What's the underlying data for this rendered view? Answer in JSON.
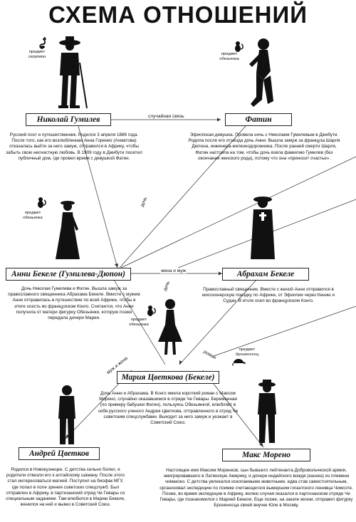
{
  "title": "СХЕМА ОТНОШЕНИЙ",
  "people": {
    "gumilev": {
      "name": "Николай Гумилев",
      "object": "предмет скорпион",
      "desc": "Русский поэт и путешественник. Родился 3 апреля 1886 года. После того, как его возлюбленная Анна Горенко (Ахматова) отказалась выйти за него замуж, отправился в Африку, чтобы забыть свою несчастную любовь. В 1909 году в Джибути посетил публичный дом, где провел время с девушкой Фатин."
    },
    "fatin": {
      "name": "Фатин",
      "object": "предмет обезьянка",
      "desc": "Эфиопская девушка. Провела ночь с Николаем Гумилевым в Джибути. Родила после его отъезда дочь Анни. Вышла замуж за француза Шарля Дюпона, инженера-железнодорожника. После ранней смерти Шарля, Фатин настояла на том, чтобы дочь взяла фамилию Гумилев (без окончания женского рода), потому что она «приносит счастье»."
    },
    "anni": {
      "name": "Анни Бекеле (Гумилева-Дюпон)",
      "object": "предмет обезьянка",
      "desc": "Дочь Николая Гумилева и Фатин. Вышла замуж за православного священника Абрахама Бекеле. Вместе с мужем Анни отправилась в путешествие по всей Африке, чтобы в итоге осесть во французском Конго. Считается, что Анни получила от матери фигурку Обезьянки, которую позже передала дочери Марии."
    },
    "abraham": {
      "name": "Абрахам Бекеле",
      "desc": "Православный священник. Вместе с женой Анни отправился в миссионерскую поездку по Африке, от Эфиопии через Кению и Судан. В итоге осел во французском Конго."
    },
    "maria": {
      "name": "Мария Цветкова (Бекеле)",
      "object": "предмет обезьянка",
      "desc": "Дочь Анни и Абрахама. В Конго имела короткий роман с Максом Морено, случайно оказавшимся в отряде Че Гевары. Беременная (по примеру бабушки Фатин), пользуясь Обезьянкой, влюбляет в себя русского ученого Андрея Цветкова, отправленного в отряд Че советским спецслужбами. Выходит за него замуж и уезжает в Советский Союз."
    },
    "andrey": {
      "name": "Андрей Цветков",
      "desc": "Родился в Новокузнецке. С детства сильно болел, и родители отвезли его к алтайскому шаману. После этого стал интересоваться магией. Поступил на биофак МГУ, где попал в поле зрения советских спецслужб. Был отправлен в Африку, в партизанский отряд Че Гевары со специальным заданием. Там влюбился в Марию Бекеле, женился на ней и вывез в Советский Союз."
    },
    "maks": {
      "name": "Макс Морено",
      "object": "предмет броненосец",
      "desc": "Настоящее имя Максим Моренков, сын бывшего лейтенанта Добровольческой армии, эмигрировавшего в Латинскую Америку, и дочери индейского вождя (касика) из племени чимакоко. С детства увлекался ископаемыми животными, едва став самостоятельным, организовал экспедицию по поимке считающегося вымершим гигантского ленивца Чимсоте. Позже, во время экспедиции в Африку, волею случая оказался в партизанском отряде Че Гевары, где познакомился с Марией Бекеле. Еще позже, на закате жизни, отправил фигурку Броненосца своей внучке Юле в Москву."
    }
  },
  "relations": {
    "casual": "случайная связь",
    "daughter1": "дочь",
    "spouses_ab": "жена и муж",
    "daughter2": "дочь",
    "spouses_ma": "муж и жена",
    "romance": "роман"
  },
  "icons": {
    "gumilev": "scorpion-icon",
    "fatin": "monkey-icon",
    "anni": "monkey-icon",
    "maria": "monkey-icon",
    "maks": "armadillo-icon"
  }
}
